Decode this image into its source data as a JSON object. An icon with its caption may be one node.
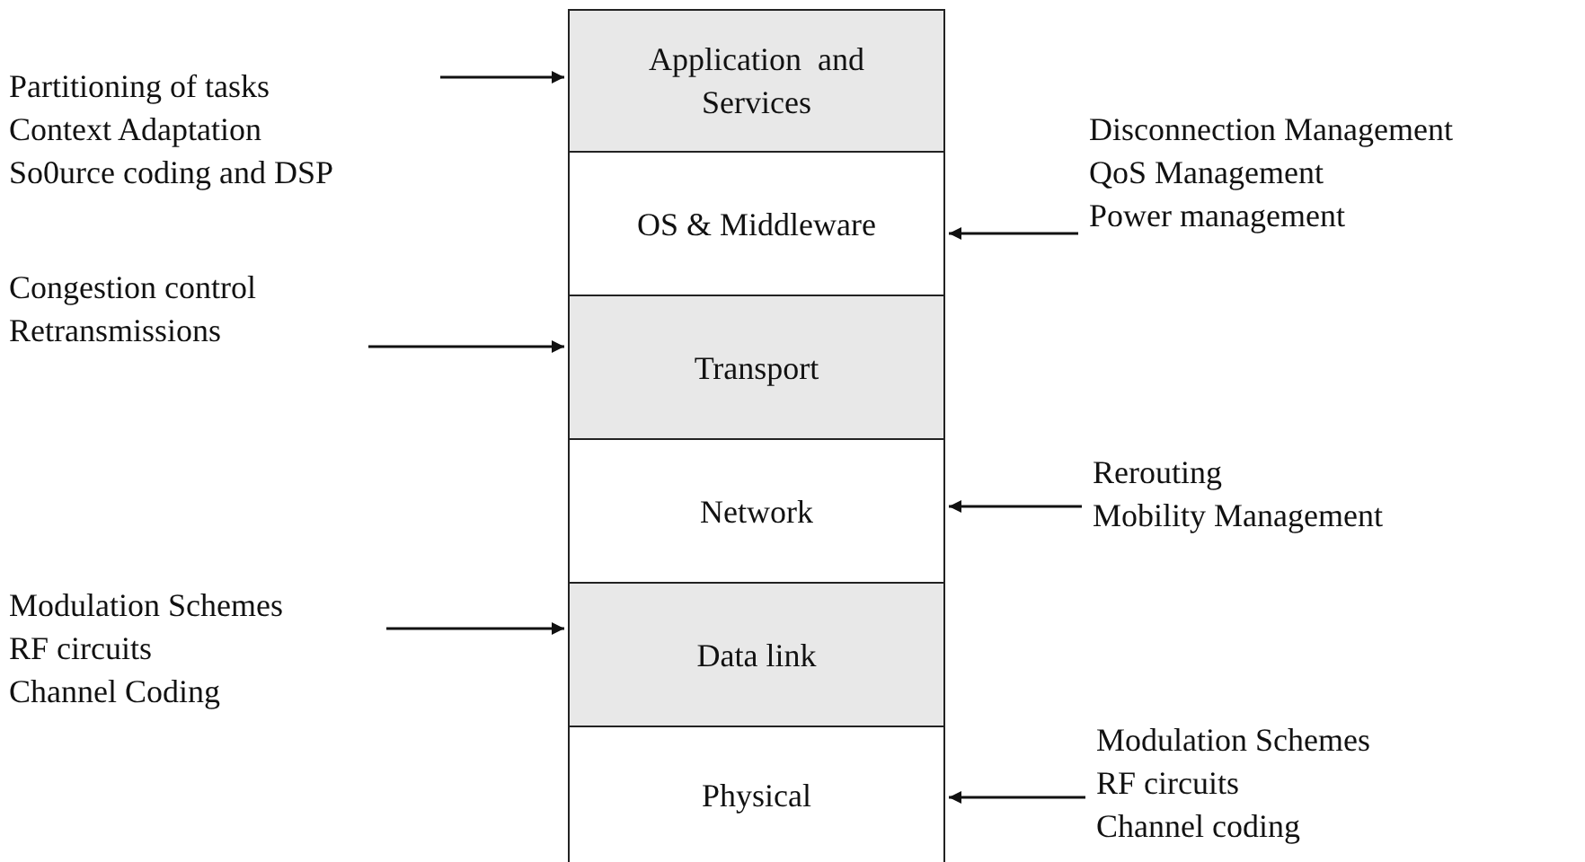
{
  "diagram": {
    "nodes": [
      {
        "text": [
          "Application  and Services"
        ]
      },
      {
        "text": [
          "OS & Middleware"
        ]
      },
      {
        "text": [
          "Transport"
        ]
      },
      {
        "text": [
          "Network"
        ]
      },
      {
        "text": [
          "Data link"
        ]
      },
      {
        "text": [
          "Physical"
        ]
      },
      {
        "text": [
          "Partitioning of tasks",
          "Context Adaptation",
          "So0urce coding and DSP"
        ]
      },
      {
        "text": [
          "Disconnection Management",
          "QoS Management",
          "Power management"
        ]
      },
      {
        "text": [
          "Congestion control",
          "Retransmissions"
        ]
      },
      {
        "text": [
          "Rerouting",
          "Mobility Management"
        ]
      },
      {
        "text": [
          "Modulation Schemes",
          "RF circuits",
          "Channel Coding"
        ]
      },
      {
        "text": [
          "Modulation Schemes",
          "RF circuits",
          "Channel coding"
        ]
      }
    ],
    "edges": [
      {
        "from": 6,
        "to": 0,
        "arrow": "to"
      },
      {
        "from": 7,
        "to": 1,
        "arrow": "to"
      },
      {
        "from": 8,
        "to": 2,
        "arrow": "to"
      },
      {
        "from": 9,
        "to": 3,
        "arrow": "to"
      },
      {
        "from": 10,
        "to": 4,
        "arrow": "to"
      },
      {
        "from": 11,
        "to": 5,
        "arrow": "to"
      }
    ]
  }
}
